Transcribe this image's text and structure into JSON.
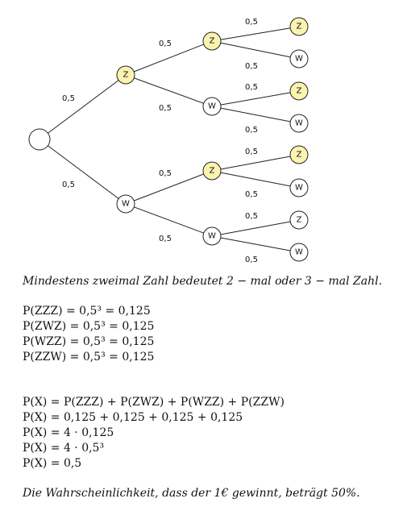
{
  "tree": {
    "node_labels": {
      "z": "Z",
      "w": "W"
    },
    "edge_label": "0,5"
  },
  "text": {
    "intro": "Mindestens zweimal Zahl bedeutet 2 − mal oder 3 − mal Zahl.",
    "cases": [
      "P(ZZZ) = 0,5³ = 0,125",
      "P(ZWZ) = 0,5³ = 0,125",
      "P(WZZ) = 0,5³ = 0,125",
      "P(ZZW) = 0,5³ = 0,125"
    ],
    "calc": [
      "P(X) = P(ZZZ) + P(ZWZ) + P(WZZ) + P(ZZW)",
      "P(X) = 0,125 + 0,125 + 0,125 + 0,125",
      "P(X) = 4 · 0,125",
      "P(X) = 4 · 0,5³",
      "P(X) = 0,5"
    ],
    "conclusion": "Die Wahrscheinlichkeit, dass der 1€ gewinnt, beträgt 50%."
  },
  "colors": {
    "z_fill": "#fbf3b0",
    "w_fill": "#ffffff"
  }
}
